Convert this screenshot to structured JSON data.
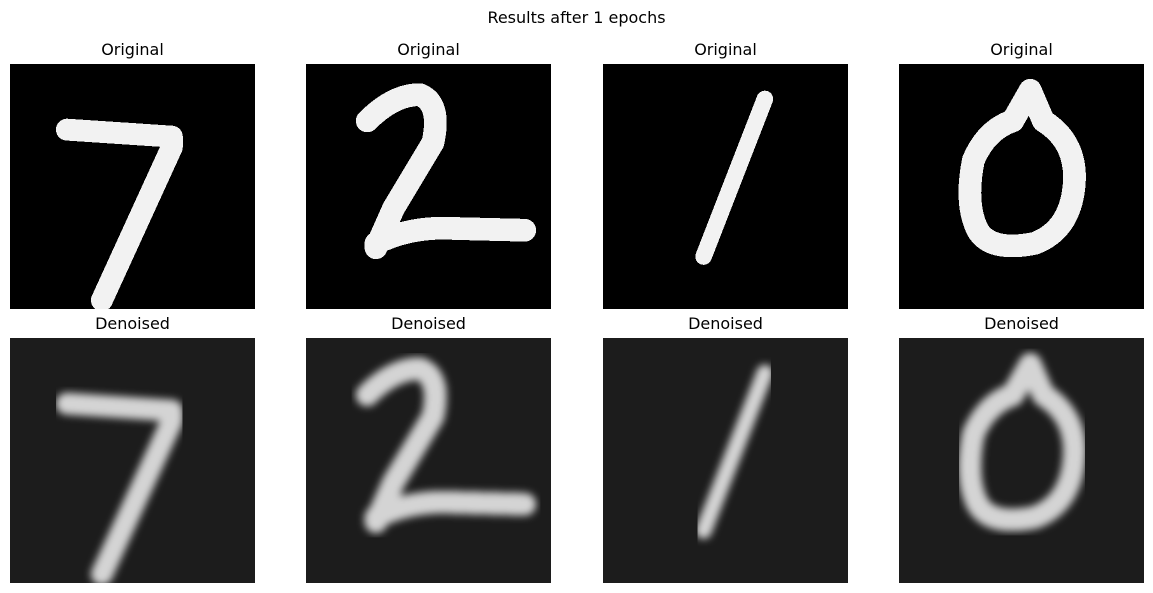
{
  "figure": {
    "suptitle": "Results after 1 epochs"
  },
  "rows": [
    {
      "label": "Original",
      "colors": {
        "background": "#000000",
        "stroke": "#f2f2f2"
      },
      "digits": [
        "7",
        "2",
        "1",
        "0"
      ]
    },
    {
      "label": "Denoised",
      "colors": {
        "background": "#1c1c1c",
        "stroke": "#d4d4d4"
      },
      "digits": [
        "7",
        "2",
        "1",
        "0"
      ]
    }
  ]
}
